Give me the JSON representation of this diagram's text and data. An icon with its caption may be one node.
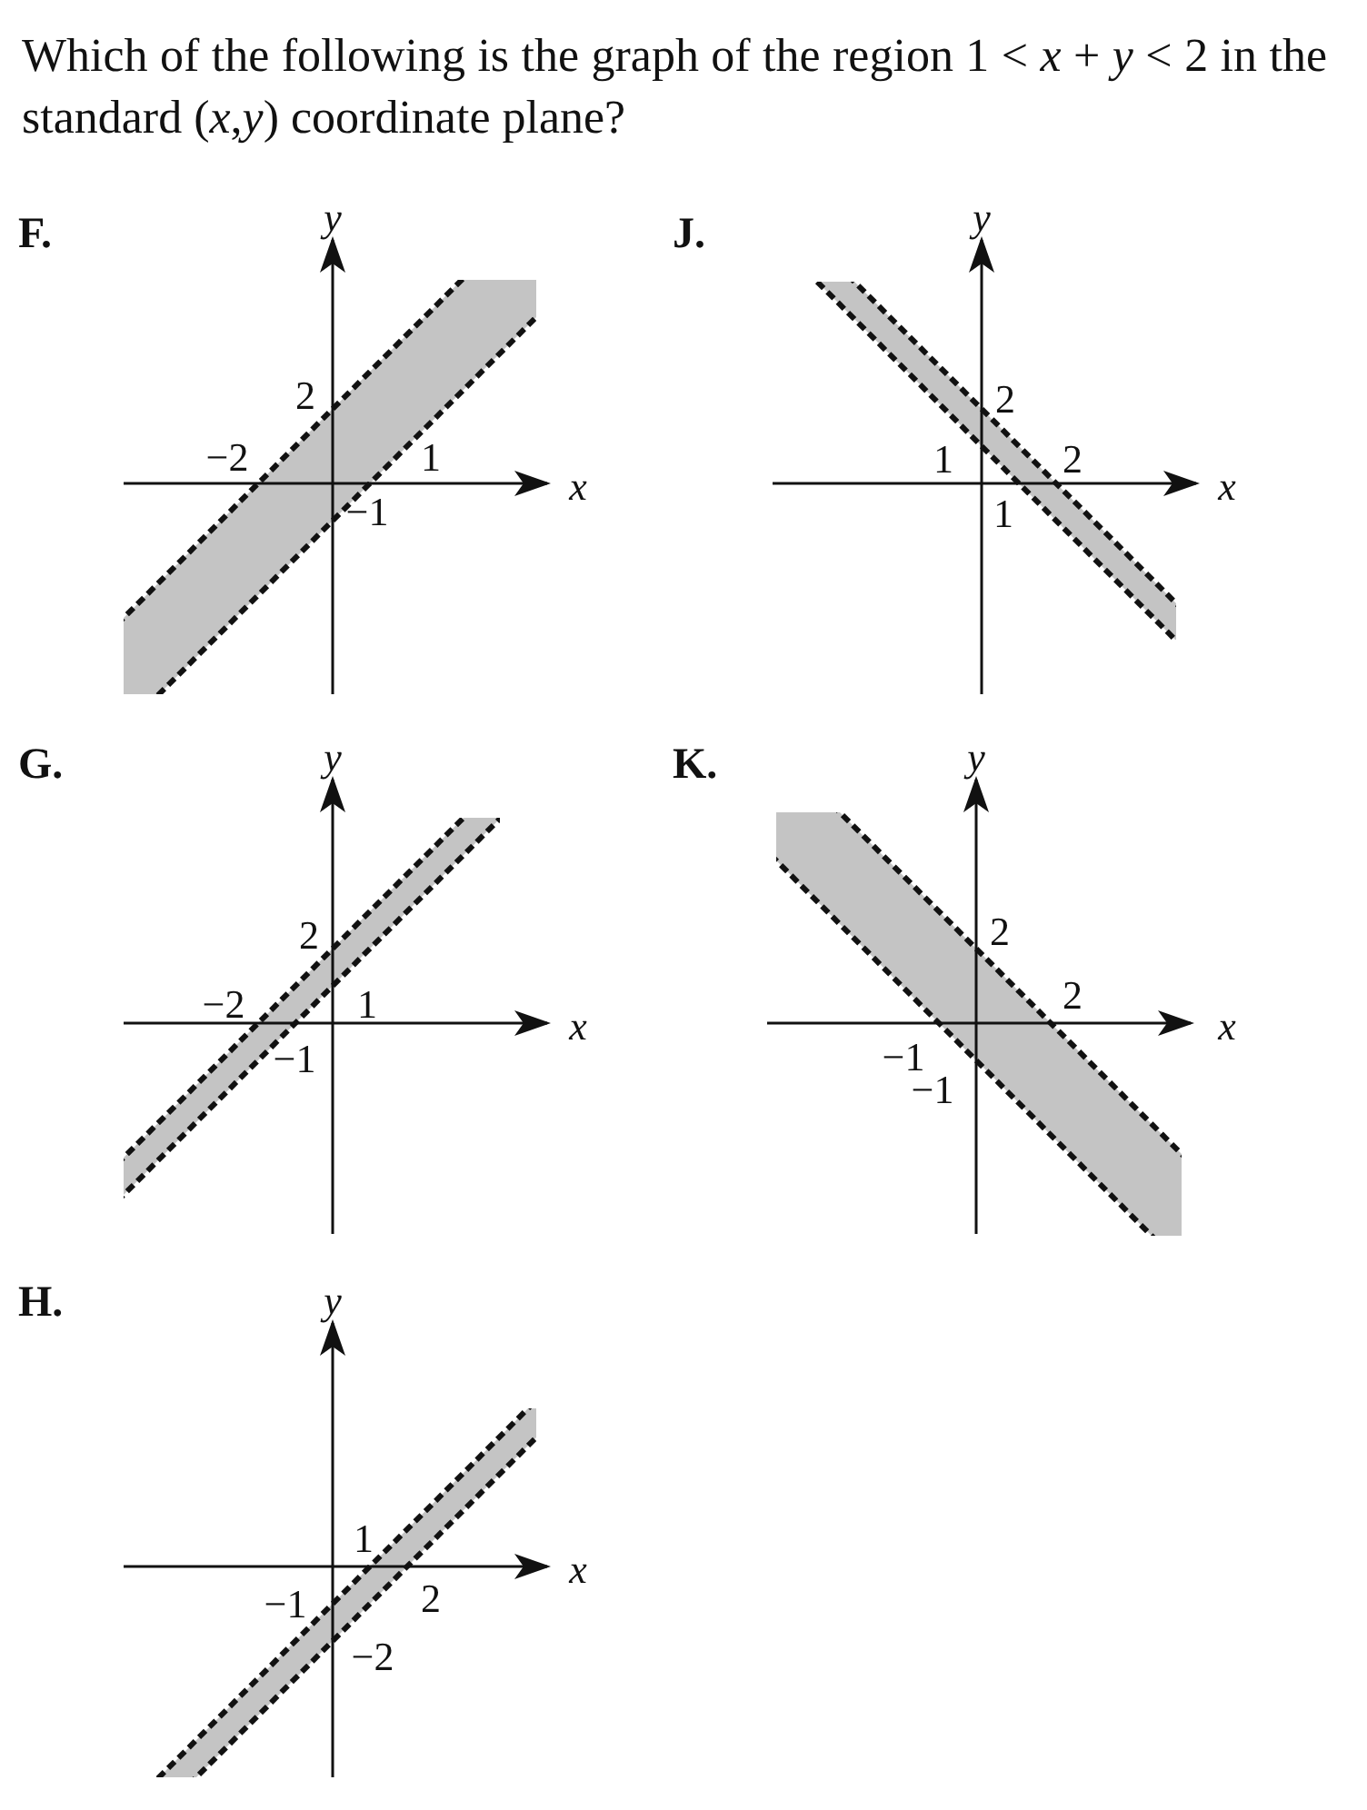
{
  "diagram": {
    "title": "Which of the following is the graph of the region 1 < *x* + *y* < 2 in the standard (*x*,*y*) coordinate plane?",
    "labels": [
      "F.",
      "y",
      "2",
      "−2",
      "1",
      "x",
      "−1",
      "J.",
      "y",
      "2",
      "1",
      "2",
      "x",
      "1",
      "G.",
      "y",
      "2",
      "−2",
      "1",
      "x",
      "−1",
      "K.",
      "y",
      "2",
      "2",
      "x",
      "−1",
      "−1",
      "H.",
      "y",
      "1",
      "x",
      "−1",
      "2",
      "−2"
    ]
  }
}
